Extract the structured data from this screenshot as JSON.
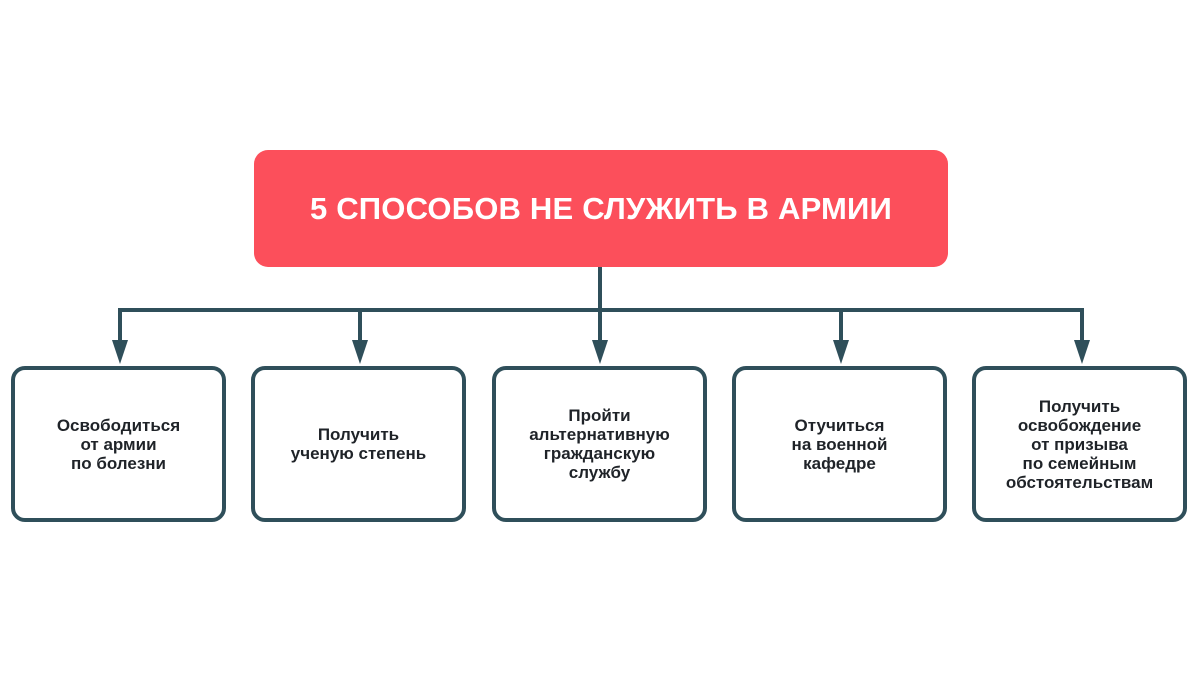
{
  "diagram": {
    "title": "5 СПОСОБОВ НЕ СЛУЖИТЬ В АРМИИ",
    "items": [
      {
        "label": "Освободиться\nот армии\nпо болезни"
      },
      {
        "label": "Получить\nученую степень"
      },
      {
        "label": "Пройти\nальтернативную\nгражданскую\nслужбу"
      },
      {
        "label": "Отучиться\nна военной\nкафедре"
      },
      {
        "label": "Получить\nосвобождение\nот призыва\nпо семейным\nобстоятельствам"
      }
    ]
  },
  "colors": {
    "title_background": "#fc4f5b",
    "title_text": "#ffffff",
    "connector": "#2f4f5a",
    "box_border": "#2f4f5a",
    "box_text": "#1f2328"
  }
}
